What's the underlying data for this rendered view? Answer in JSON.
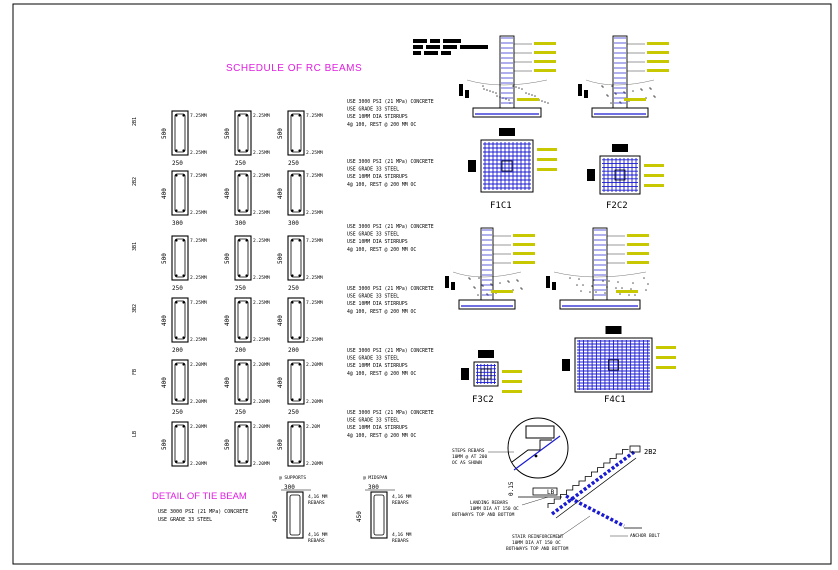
{
  "titles": {
    "schedule": "SCHEDULE OF RC BEAMS",
    "tie_beam": "DETAIL OF TIE BEAM"
  },
  "beam_rows": [
    {
      "mark": "2B1",
      "depth": "500",
      "width": "250",
      "labels": [
        "7.25MM",
        "2.25MM",
        "2.25MM",
        "2.25MM",
        "7.25MM",
        "2.25MM"
      ],
      "notes": [
        "USE 3000 PSI (21 MPa) CONCRETE",
        "USE GRADE 33 STEEL",
        "USE 10MM DIA STIRRUPS",
        "4@ 100, REST @ 200 MM OC"
      ]
    },
    {
      "mark": "2B2",
      "depth": "400",
      "width": "300",
      "labels": [
        "7.25MM",
        "2.25MM",
        "2.25MM",
        "2.25MM",
        "7.25MM",
        "2.25MM"
      ],
      "notes": [
        "USE 3000 PSI (21 MPa) CONCRETE",
        "USE GRADE 33 STEEL",
        "USE 10MM DIA STIRRUPS",
        "4@ 100, REST @ 200 MM OC"
      ]
    },
    {
      "mark": "3B1",
      "depth": "500",
      "width": "250",
      "labels": [
        "7.25MM",
        "2.25MM",
        "2.25MM",
        "2.25MM",
        "7.25MM",
        "2.25MM"
      ],
      "notes": [
        "USE 3000 PSI (21 MPa) CONCRETE",
        "USE GRADE 33 STEEL",
        "USE 10MM DIA STIRRUPS",
        "4@ 100, REST @ 200 MM OC"
      ]
    },
    {
      "mark": "3B2",
      "depth": "400",
      "width": "200",
      "labels": [
        "7.25MM",
        "2.25MM",
        "2.25MM",
        "2.25MM",
        "7.25MM",
        "2.25MM"
      ],
      "notes": [
        "USE 3000 PSI (21 MPa) CONCRETE",
        "USE GRADE 33 STEEL",
        "USE 10MM DIA STIRRUPS",
        "4@ 100, REST @ 200 MM OC"
      ]
    },
    {
      "mark": "FB",
      "depth": "400",
      "width": "250",
      "labels": [
        "2.20MM",
        "2.20MM",
        "2.20MM",
        "2.20MM",
        "2.20MM",
        "2.20MM"
      ],
      "notes": [
        "USE 3000 PSI (21 MPa) CONCRETE",
        "USE GRADE 33 STEEL",
        "USE 10MM DIA STIRRUPS",
        "4@ 100, REST @ 200 MM OC"
      ]
    },
    {
      "mark": "LB",
      "depth": "500",
      "width": "",
      "labels": [
        "2.20MM",
        "2.20MM",
        "2.20MM",
        "2.20MM",
        "2.20M",
        "2.20MM"
      ],
      "notes": [
        "USE 3000 PSI (21 MPa) CONCRETE",
        "USE GRADE 33 STEEL",
        "USE 10MM DIA STIRRUPS",
        "4@ 100, REST @ 200 MM OC"
      ]
    }
  ],
  "tie_beam": {
    "notes": [
      "USE 3000 PSI (21 MPa) CONCRETE",
      "USE GRADE 33 STEEL"
    ],
    "sections": [
      {
        "caption": "@ SUPPORTS",
        "width": "300",
        "depth": "450",
        "top": "4,16 MM",
        "top2": "REBARS",
        "bot": "4,16 MM",
        "bot2": "REBARS"
      },
      {
        "caption": "@ MIDSPAN",
        "width": "300",
        "depth": "450",
        "top": "4,16 MM",
        "top2": "REBARS",
        "bot": "4,16 MM",
        "bot2": "REBARS"
      }
    ]
  },
  "footings": {
    "f1c1": "F1C1",
    "f2c2": "F2C2",
    "f3c2": "F3C2",
    "f4c1": "F4C1"
  },
  "stair": {
    "notes": [
      "STEPS REBARS",
      "10MM @ AT 200",
      "OC AS SHOWN",
      "LANDING REBARS",
      "10MM DIA AT 150 OC",
      "BOTHWAYS TOP AND BOTTOM",
      "STAIR REINFORCEMENT",
      "10MM DIA AT 150 OC",
      "BOTHWAYS TOP AND BOTTOM",
      "ANCHOR BOLT"
    ],
    "mark_2b2": "2B2",
    "mark_lb": "LB",
    "dim": "0.15"
  },
  "colors": {
    "title": "#e020e0",
    "rebar_mesh": "#1a1ad0",
    "annotation": "#c8c800",
    "line": "#000000"
  }
}
